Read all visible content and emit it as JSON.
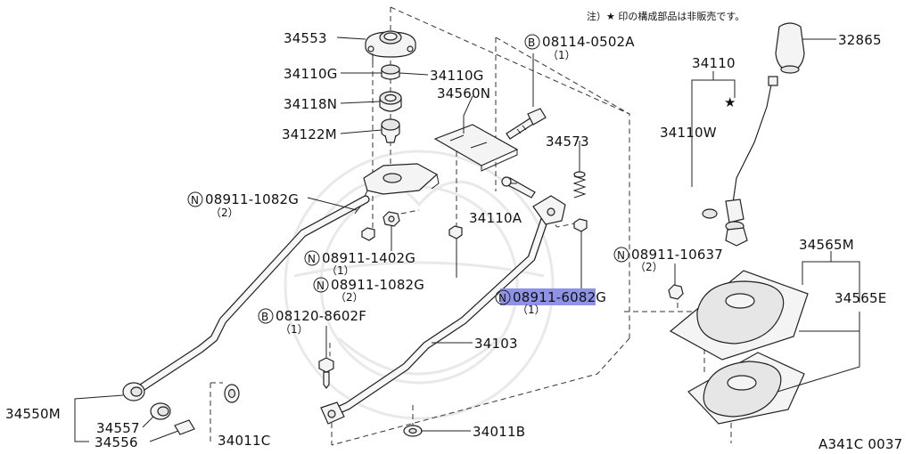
{
  "note": "注）★ 印の構成部品は非販売です。",
  "diagram_code": "A341C 0037",
  "star": "★",
  "callouts": {
    "p34553": "34553",
    "p34110G_a": "34110G",
    "p34110G_b": "34110G",
    "p34118N": "34118N",
    "p34122M": "34122M",
    "p34560N": "34560N",
    "b08114": "08114-0502A",
    "b08114_qty": "（1）",
    "p32865": "32865",
    "p34110": "34110",
    "p34110W": "34110W",
    "p34573": "34573",
    "n08911_1082G_a": "08911-1082G",
    "n08911_1082G_a_qty": "（2）",
    "p34110A": "34110A",
    "n08911_1402G": "08911-1402G",
    "n08911_1402G_qty": "（1）",
    "n08911_1082G_b": "08911-1082G",
    "n08911_1082G_b_qty": "（2）",
    "n08911_10637": "08911-10637",
    "n08911_10637_qty": "（2）",
    "p34565M": "34565M",
    "p34565E": "34565E",
    "n08911_6082G_pre": "08911-608",
    "n08911_6082G_post": "2G",
    "n08911_6082G_qty": "（1）",
    "b08120": "08120-8602F",
    "b08120_qty": "（1）",
    "p34103": "34103",
    "p34550M": "34550M",
    "p34557": "34557",
    "p34556": "34556",
    "p34011C": "34011C",
    "p34011B": "34011B",
    "prefix_n": "N",
    "prefix_b": "B"
  }
}
